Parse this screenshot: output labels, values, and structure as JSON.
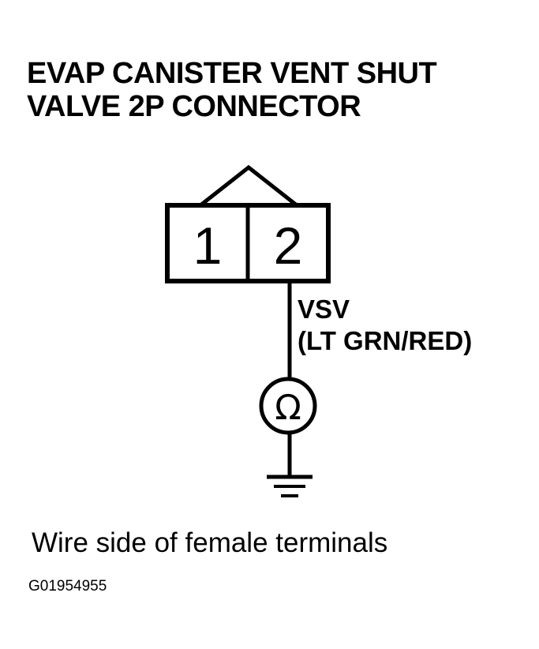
{
  "title": {
    "line1": "EVAP CANISTER VENT SHUT",
    "line2": "VALVE 2P CONNECTOR"
  },
  "connector": {
    "terminals": [
      "1",
      "2"
    ]
  },
  "wire": {
    "signal": "VSV",
    "color": "(LT GRN/RED)"
  },
  "meter": {
    "symbol": "Ω",
    "icon": "ohmmeter-icon"
  },
  "ground": {
    "icon": "ground-symbol-icon"
  },
  "caption": "Wire side of female terminals",
  "figure_id": "G01954955",
  "colors": {
    "ink": "#000000",
    "background": "#ffffff"
  }
}
